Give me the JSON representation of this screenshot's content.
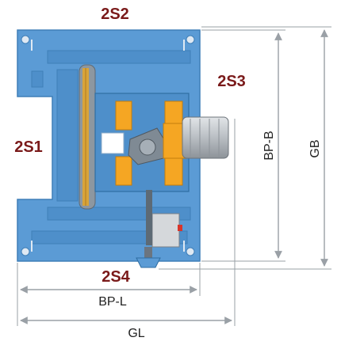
{
  "labels": {
    "side_top": "2S2",
    "side_left": "2S1",
    "side_right": "2S3",
    "side_bottom": "2S4"
  },
  "dimensions": {
    "base_plate_length": "BP-L",
    "overall_length": "GL",
    "base_plate_width": "BP-B",
    "overall_width": "GB"
  },
  "colors": {
    "base_plate": "#5b9bd5",
    "base_plate_dark": "#3f7fb8",
    "accent_orange": "#f5a623",
    "motor_gray": "#bfc4c8",
    "label_red": "#7a1a1a",
    "dimension_line": "#9aa0a6"
  }
}
